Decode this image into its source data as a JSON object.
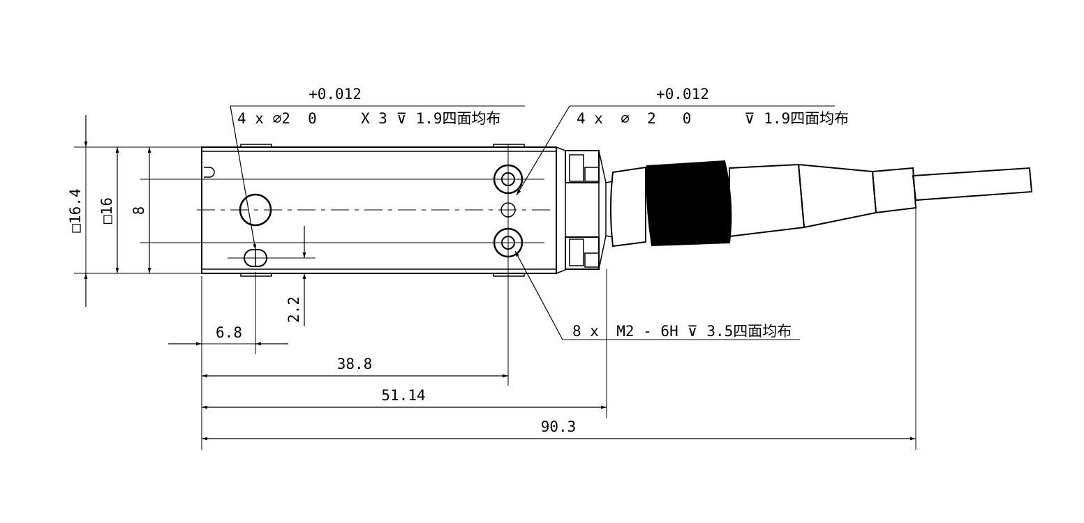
{
  "colors": {
    "line": "#000000",
    "background": "#ffffff",
    "connector_grip": "#000000"
  },
  "dimensions": {
    "overall_length": "90.3",
    "length_to_connector": "51.14",
    "length_to_holes": "38.8",
    "slot_offset": "6.8",
    "slot_height": "2.2",
    "square_outer": "□16.4",
    "square_inner": "□16",
    "hole_spacing": "8"
  },
  "callouts": {
    "left_tolerance": "+0.012",
    "left_note": "4 x ∅2  0     X 3 ⊽ 1.9四面均布",
    "right_tolerance": "+0.012",
    "right_note": "4 x  ∅  2   0      ⊽ 1.9四面均布",
    "thread_note": "8 x  M2 - 6H ⊽ 3.5四面均布"
  }
}
